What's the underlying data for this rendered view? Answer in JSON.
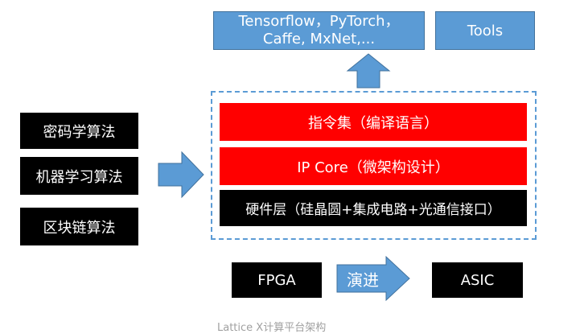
{
  "frameworks": "Tensorflow，PyTorch，Caffe, MxNet,...",
  "tools": "Tools",
  "algorithms": [
    "密码学算法",
    "机器学习算法",
    "区块链算法"
  ],
  "layers": {
    "instruction_set": "指令集（编译语言）",
    "ip_core": "IP Core（微架构设计）",
    "hardware": "硬件层（硅晶圆+集成电路+光通信接口）"
  },
  "fpga": "FPGA",
  "evolution": "演进",
  "asic": "ASIC",
  "caption": "Lattice X计算平台架构",
  "colors": {
    "blue": "#5b9bd5",
    "red": "#ff0000",
    "black": "#000000"
  }
}
